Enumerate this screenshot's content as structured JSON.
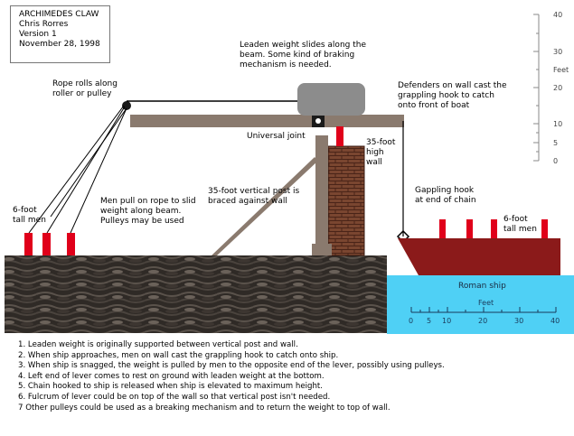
{
  "title_box": {
    "title": "ARCHIMEDES CLAW",
    "author": "Chris Rorres",
    "version": "Version 1",
    "date": "November 28, 1998"
  },
  "labels": {
    "leaden_weight": [
      "Leaden weight slides along the",
      "beam. Some kind of braking",
      "mechanism is needed."
    ],
    "rope_rolls": [
      "Rope rolls along",
      "roller or pulley"
    ],
    "defenders": [
      "Defenders on wall cast the",
      "grappling hook to catch",
      "onto front of boat"
    ],
    "universal_joint": "Universal joint",
    "wall_height": [
      "35-foot",
      "high",
      "wall"
    ],
    "six_foot_left": [
      "6-foot",
      "tall men"
    ],
    "men_pull": [
      "Men pull on rope to slid",
      "weight along beam.",
      "Pulleys may be used"
    ],
    "post": [
      "35-foot vertical post is",
      "braced against wall"
    ],
    "grappling_hook": [
      "Gappling hook",
      "at end of chain"
    ],
    "six_foot_right": [
      "6-foot",
      "tall men"
    ],
    "roman_ship": "Roman ship"
  },
  "vertical_scale": {
    "ticks": [
      "40",
      "30",
      "Feet",
      "20",
      "10",
      "5",
      "0"
    ]
  },
  "horizontal_scale": {
    "title": "Feet",
    "ticks": [
      "0",
      "5",
      "10",
      "20",
      "30",
      "40"
    ]
  },
  "notes": [
    "1. Leaden weight is originally supported between vertical post and wall.",
    "2. When ship approaches, men on wall cast the grappling hook to catch onto ship.",
    "3. When ship is snagged, the weight is pulled by men to the opposite end of the lever, possibly using pulleys.",
    "4. Left end of lever comes to rest on ground with leaden weight at the bottom.",
    "5. Chain hooked to ship is released when ship is elevated to maximum height.",
    "6. Fulcrum of lever could be on top of the wall so that vertical post isn't needed.",
    "7 Other pulleys could be used as a breaking mechanism and to return the weight to top of wall."
  ],
  "colors": {
    "men": "#e0001a",
    "ship_hull": "#8b1a1a",
    "sea": "#4fd0f5",
    "beam": "#8a7a6e",
    "brick": "#7a4630",
    "weight": "#8c8c8c",
    "ground": "#2e2a26"
  }
}
